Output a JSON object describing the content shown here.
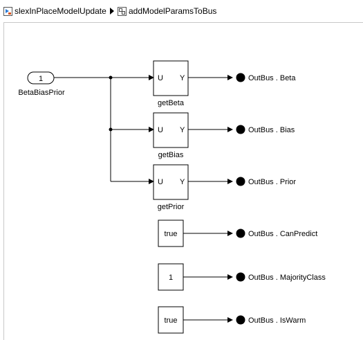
{
  "breadcrumb": {
    "model": "slexInPlaceModelUpdate",
    "subsystem": "addModelParamsToBus",
    "model_icon": "simulink-model-icon",
    "subsystem_icon": "subsystem-icon",
    "separator_icon": "arrow-right-icon"
  },
  "inport": {
    "number": "1",
    "name": "BetaBiasPrior"
  },
  "subsystems": [
    {
      "port_in": "U",
      "port_out": "Y",
      "name": "getBeta"
    },
    {
      "port_in": "U",
      "port_out": "Y",
      "name": "getBias"
    },
    {
      "port_in": "U",
      "port_out": "Y",
      "name": "getPrior"
    }
  ],
  "constants": [
    {
      "value": "true"
    },
    {
      "value": "1"
    },
    {
      "value": "true"
    }
  ],
  "bus_outputs": [
    "OutBus . Beta",
    "OutBus . Bias",
    "OutBus . Prior",
    "OutBus . CanPredict",
    "OutBus . MajorityClass",
    "OutBus . IsWarm"
  ],
  "colors": {
    "line": "#000000",
    "canvas_border": "#c8c8c8",
    "background": "#ffffff"
  }
}
